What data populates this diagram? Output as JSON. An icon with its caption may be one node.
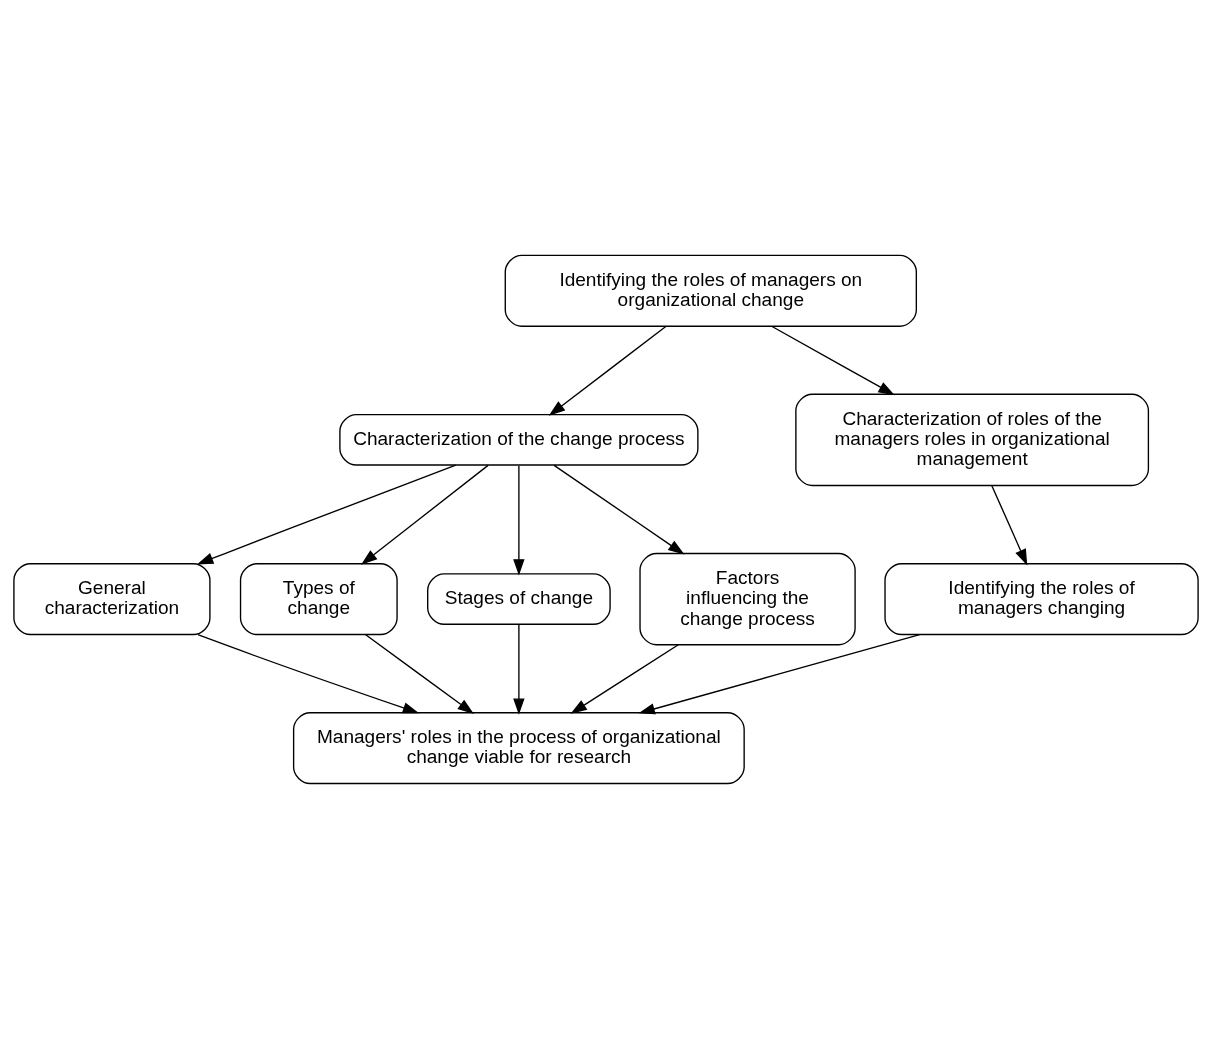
{
  "diagram": {
    "nodes": [
      {
        "text": [
          "Identifying the roles of managers on organizational change"
        ]
      },
      {
        "text": [
          "Characterization of the change process"
        ]
      },
      {
        "text": [
          "Characterization of roles of the managers roles in organizational management"
        ]
      },
      {
        "text": [
          "General characterization"
        ]
      },
      {
        "text": [
          "Types of change"
        ]
      },
      {
        "text": [
          "Stages of change"
        ]
      },
      {
        "text": [
          "Factors influencing the change process"
        ]
      },
      {
        "text": [
          "Identifying the roles of managers changing"
        ]
      },
      {
        "text": [
          "Managers' roles in the process of organizational change viable for research"
        ]
      }
    ],
    "edges": [
      {
        "from": 0,
        "to": 1,
        "arrow": "to"
      },
      {
        "from": 0,
        "to": 2,
        "arrow": "to"
      },
      {
        "from": 1,
        "to": 3,
        "arrow": "to"
      },
      {
        "from": 1,
        "to": 4,
        "arrow": "to"
      },
      {
        "from": 1,
        "to": 5,
        "arrow": "to"
      },
      {
        "from": 1,
        "to": 6,
        "arrow": "to"
      },
      {
        "from": 2,
        "to": 7,
        "arrow": "to"
      },
      {
        "from": 3,
        "to": 8,
        "arrow": "to"
      },
      {
        "from": 4,
        "to": 8,
        "arrow": "to"
      },
      {
        "from": 5,
        "to": 8,
        "arrow": "to"
      },
      {
        "from": 6,
        "to": 8,
        "arrow": "to"
      },
      {
        "from": 7,
        "to": 8,
        "arrow": "to"
      }
    ]
  }
}
